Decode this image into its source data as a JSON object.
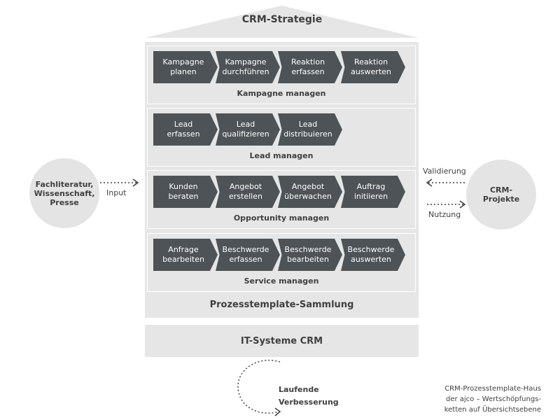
{
  "roof_title": "CRM-Strategie",
  "groups": [
    {
      "label": "Kampagne managen",
      "steps": [
        "Kampagne\nplanen",
        "Kampagne\ndurchführen",
        "Reaktion\nerfassen",
        "Reaktion\nauswerten"
      ]
    },
    {
      "label": "Lead managen",
      "steps": [
        "Lead\nerfassen",
        "Lead\nqualifizieren",
        "Lead\ndistribuieren"
      ]
    },
    {
      "label": "Opportunity managen",
      "steps": [
        "Kunden\nberaten",
        "Angebot\nerstellen",
        "Angebot\nüberwachen",
        "Auftrag\ninitiieren"
      ]
    },
    {
      "label": "Service managen",
      "steps": [
        "Anfrage\nbearbeiten",
        "Beschwerde\nerfassen",
        "Beschwerde\nbearbeiten",
        "Beschwerde\nauswerten"
      ]
    }
  ],
  "collection_label": "Prozesstemplate-Sammlung",
  "it_label": "IT-Systeme CRM",
  "left_source": "Fachliteratur,\nWissenschaft,\nPresse",
  "input_label": "Input",
  "right_source": "CRM-\nProjekte",
  "validation_label": "Validierung",
  "usage_label": "Nutzung",
  "loop_label": "Laufende\nVerbesserung",
  "caption": "CRM-Prozesstemplate-Haus\nder ajco – Wertschöpfungs-\nketten auf Übersichtsebene",
  "colors": {
    "chevron": "#4d5356",
    "house": "#e6e6e6",
    "text": "#3f3f3f"
  }
}
